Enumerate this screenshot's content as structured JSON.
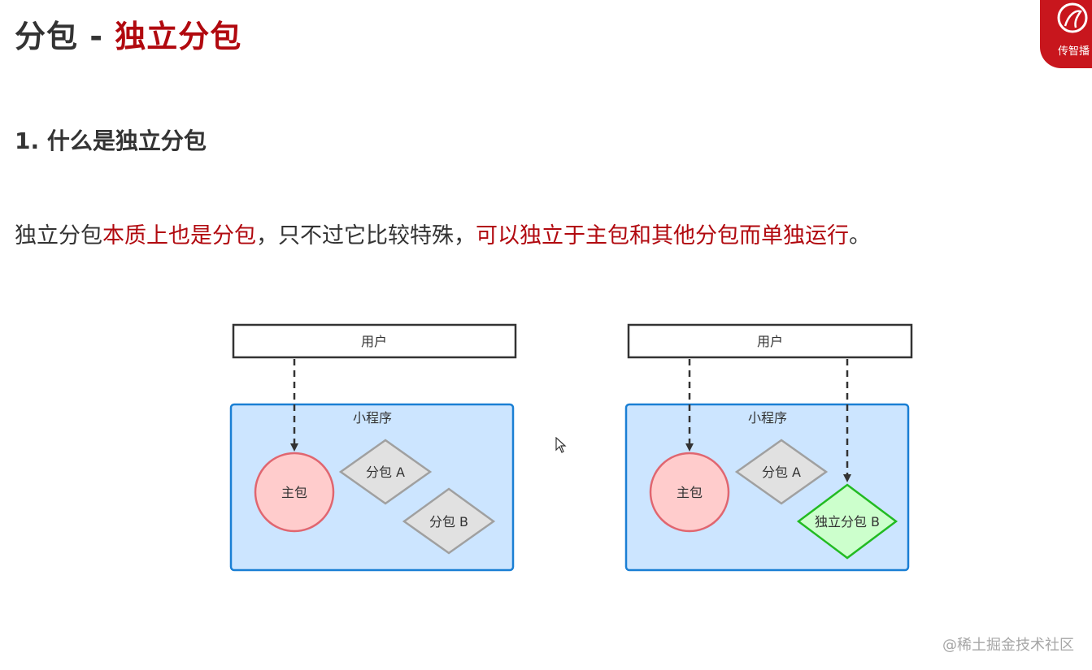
{
  "header": {
    "title_prefix": "分包 - ",
    "title_highlight": "独立分包"
  },
  "logo": {
    "text": "传智播"
  },
  "section": {
    "heading": "1. 什么是独立分包"
  },
  "description": {
    "part1": "独立分包",
    "part2": "本质上也是分包",
    "part3": "，只不过它比较特殊，",
    "part4": "可以独立于主包和其他分包而单独运行",
    "part5": "。"
  },
  "diagram_left": {
    "user": "用户",
    "app": "小程序",
    "main_package": "主包",
    "sub_a": "分包 A",
    "sub_b": "分包 B"
  },
  "diagram_right": {
    "user": "用户",
    "app": "小程序",
    "main_package": "主包",
    "sub_a": "分包 A",
    "independent_b": "独立分包 B"
  },
  "watermark": "@稀土掘金技术社区",
  "colors": {
    "accent_red": "#b1090f",
    "container_fill": "#cce5ff",
    "container_stroke": "#1a7fd4",
    "main_fill": "#ffcccc",
    "main_stroke": "#e06670",
    "sub_fill": "#e1e1e1",
    "sub_stroke": "#a0a0a0",
    "independent_fill": "#ccffcc",
    "independent_stroke": "#22bb22"
  }
}
